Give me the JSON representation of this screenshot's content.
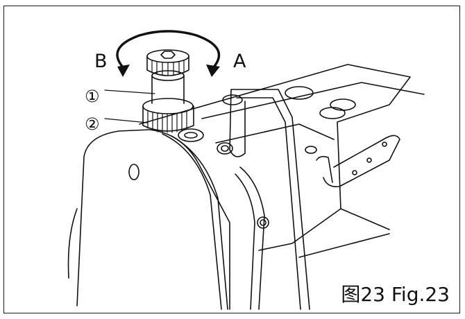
{
  "figure": {
    "direction_a": "A",
    "direction_b": "B",
    "callout_1": "①",
    "callout_2": "②",
    "caption": "图23 Fig.23"
  }
}
